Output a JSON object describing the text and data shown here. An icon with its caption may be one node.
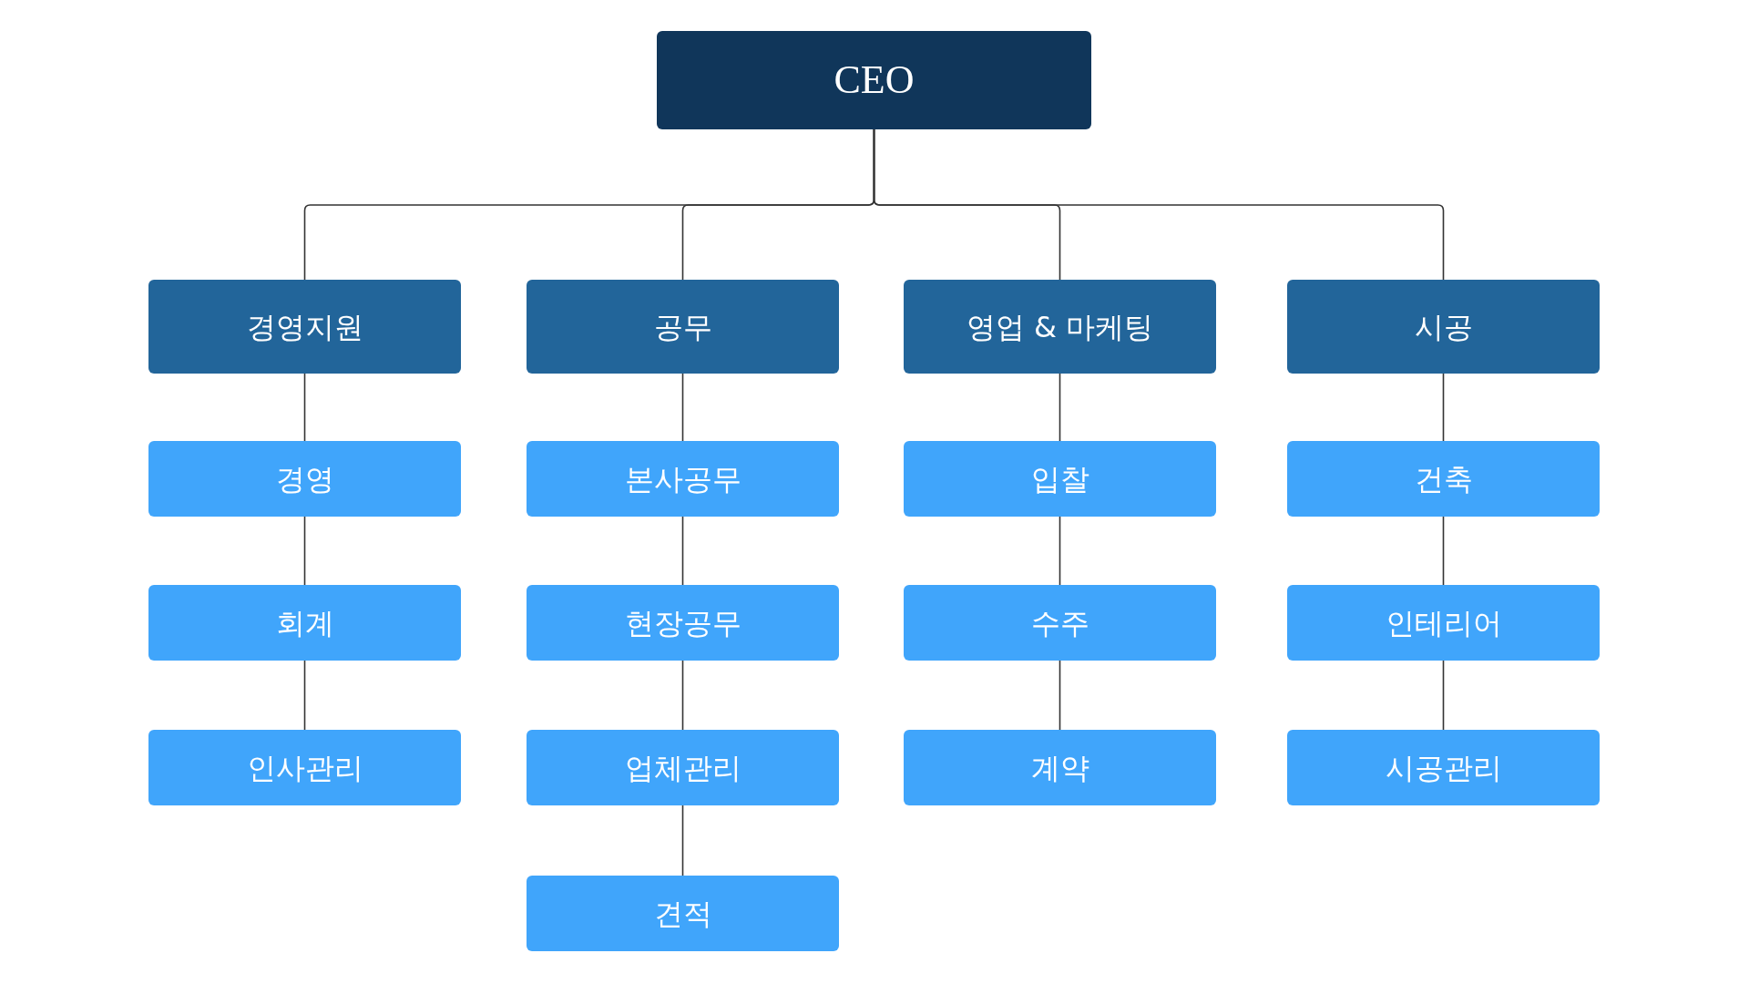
{
  "diagram": {
    "nodes": [
      {
        "text": [
          "CEO"
        ]
      },
      {
        "text": [
          "경영지원"
        ]
      },
      {
        "text": [
          "경영"
        ]
      },
      {
        "text": [
          "회계"
        ]
      },
      {
        "text": [
          "인사관리"
        ]
      },
      {
        "text": [
          "공무"
        ]
      },
      {
        "text": [
          "본사공무"
        ]
      },
      {
        "text": [
          "현장공무"
        ]
      },
      {
        "text": [
          "업체관리"
        ]
      },
      {
        "text": [
          "견적"
        ]
      },
      {
        "text": [
          "영업 & 마케팅"
        ]
      },
      {
        "text": [
          "입찰"
        ]
      },
      {
        "text": [
          "수주"
        ]
      },
      {
        "text": [
          "계약"
        ]
      },
      {
        "text": [
          "시공"
        ]
      },
      {
        "text": [
          "건축"
        ]
      },
      {
        "text": [
          "인테리어"
        ]
      },
      {
        "text": [
          "시공관리"
        ]
      }
    ],
    "edges": [
      {
        "from": 0,
        "to": 1,
        "arrow": "none"
      },
      {
        "from": 0,
        "to": 5,
        "arrow": "none"
      },
      {
        "from": 0,
        "to": 10,
        "arrow": "none"
      },
      {
        "from": 0,
        "to": 14,
        "arrow": "none"
      },
      {
        "from": 1,
        "to": 2,
        "arrow": "none"
      },
      {
        "from": 2,
        "to": 3,
        "arrow": "none"
      },
      {
        "from": 3,
        "to": 4,
        "arrow": "none"
      },
      {
        "from": 5,
        "to": 6,
        "arrow": "none"
      },
      {
        "from": 6,
        "to": 7,
        "arrow": "none"
      },
      {
        "from": 7,
        "to": 8,
        "arrow": "none"
      },
      {
        "from": 8,
        "to": 9,
        "arrow": "none"
      },
      {
        "from": 10,
        "to": 11,
        "arrow": "none"
      },
      {
        "from": 11,
        "to": 12,
        "arrow": "none"
      },
      {
        "from": 12,
        "to": 13,
        "arrow": "none"
      },
      {
        "from": 14,
        "to": 15,
        "arrow": "none"
      },
      {
        "from": 15,
        "to": 16,
        "arrow": "none"
      },
      {
        "from": 16,
        "to": 17,
        "arrow": "none"
      }
    ]
  }
}
